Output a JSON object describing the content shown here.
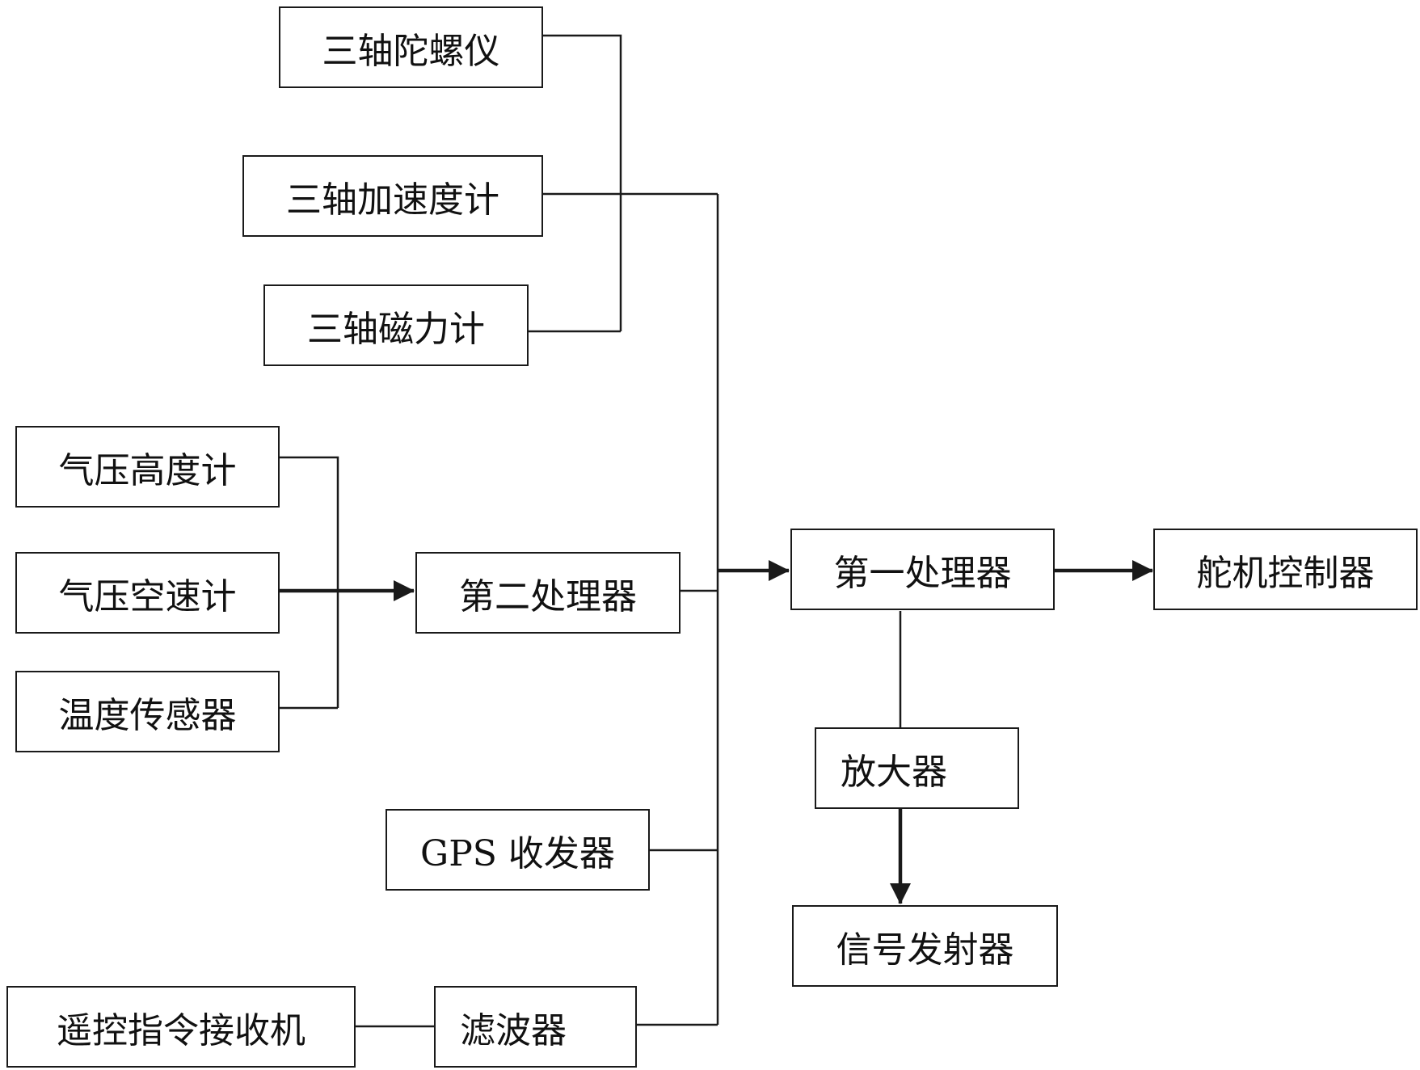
{
  "nodes": {
    "gyro": "三轴陀螺仪",
    "accel": "三轴加速度计",
    "magnet": "三轴磁力计",
    "baro_alt": "气压高度计",
    "baro_speed": "气压空速计",
    "temp": "温度传感器",
    "second_proc": "第二处理器",
    "first_proc": "第一处理器",
    "servo_ctrl": "舵机控制器",
    "amplifier": "放大器",
    "gps": "GPS 收发器",
    "signal_tx": "信号发射器",
    "rc_receiver": "遥控指令接收机",
    "filter": "滤波器"
  },
  "edges": [
    {
      "from": "gyro",
      "to": "first_proc",
      "arrow": true
    },
    {
      "from": "accel",
      "to": "first_proc",
      "arrow": true
    },
    {
      "from": "magnet",
      "to": "first_proc",
      "arrow": true
    },
    {
      "from": "baro_alt",
      "to": "second_proc",
      "arrow": true
    },
    {
      "from": "baro_speed",
      "to": "second_proc",
      "arrow": true
    },
    {
      "from": "temp",
      "to": "second_proc",
      "arrow": true
    },
    {
      "from": "second_proc",
      "to": "first_proc",
      "arrow": true
    },
    {
      "from": "gps",
      "to": "first_proc",
      "arrow": true
    },
    {
      "from": "rc_receiver",
      "to": "filter",
      "arrow": false
    },
    {
      "from": "filter",
      "to": "first_proc",
      "arrow": true
    },
    {
      "from": "first_proc",
      "to": "servo_ctrl",
      "arrow": true
    },
    {
      "from": "first_proc",
      "to": "amplifier",
      "arrow": false
    },
    {
      "from": "amplifier",
      "to": "signal_tx",
      "arrow": true
    }
  ],
  "colors": {
    "line": "#1a1a1a",
    "box_border": "#1a1a1a",
    "background": "#ffffff"
  }
}
